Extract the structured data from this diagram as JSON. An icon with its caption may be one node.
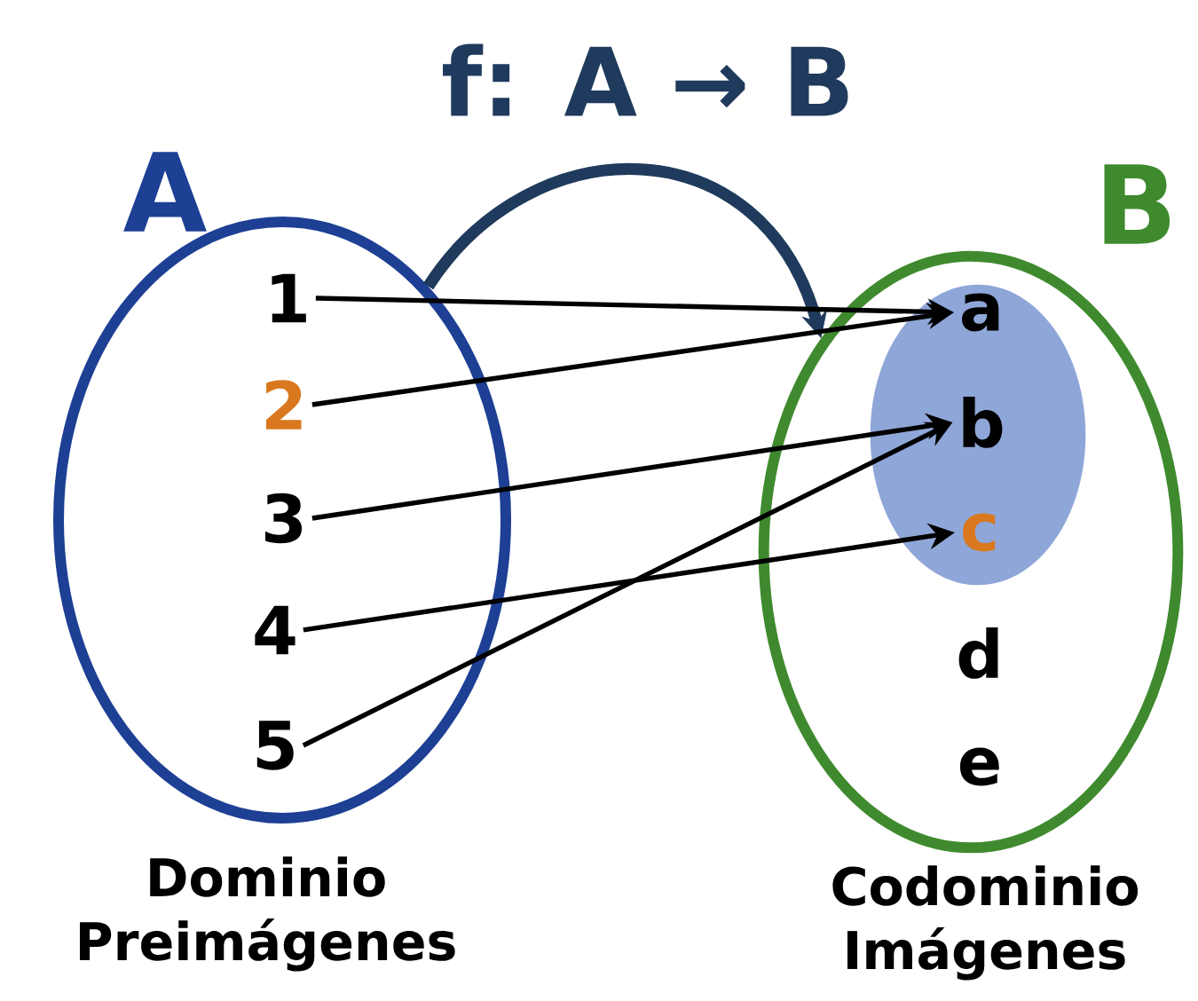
{
  "diagram": {
    "title": "f: A → B",
    "nodes": [
      {
        "text": [
          "A"
        ],
        "beside": [
          "Dominio Preimágenes"
        ]
      },
      {
        "text": [
          "B"
        ],
        "beside": [
          "Codominio Imágenes"
        ]
      },
      {
        "text": [],
        "shape": "ellipse",
        "in": 1
      },
      {
        "text": [
          "1"
        ],
        "in": 0
      },
      {
        "text": [
          "2"
        ],
        "in": 0
      },
      {
        "text": [
          "3"
        ],
        "in": 0
      },
      {
        "text": [
          "4"
        ],
        "in": 0
      },
      {
        "text": [
          "5"
        ],
        "in": 0
      },
      {
        "text": [
          "a"
        ],
        "in": 2
      },
      {
        "text": [
          "b"
        ],
        "in": 2
      },
      {
        "text": [
          "c"
        ],
        "in": 2
      },
      {
        "text": [
          "d"
        ],
        "in": 1
      },
      {
        "text": [
          "e"
        ],
        "in": 1
      }
    ],
    "edges": [
      {
        "from": 0,
        "to": 1,
        "arrow": "to",
        "style": "thick",
        "color": "#1f3a5c"
      },
      {
        "from": 3,
        "to": 8,
        "arrow": "to"
      },
      {
        "from": 4,
        "to": 8,
        "arrow": "to"
      },
      {
        "from": 5,
        "to": 9,
        "arrow": "to"
      },
      {
        "from": 6,
        "to": 10,
        "arrow": "to"
      },
      {
        "from": 7,
        "to": 9,
        "arrow": "to"
      }
    ]
  }
}
